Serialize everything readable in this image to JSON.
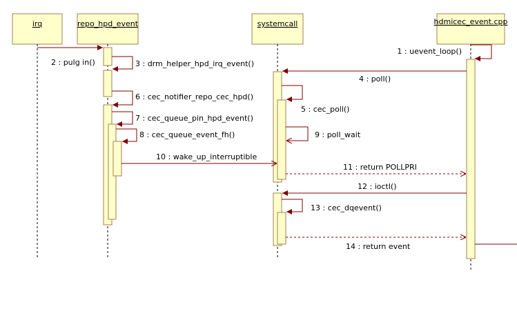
{
  "colors": {
    "lifeline_fill": "#ffffcc",
    "lifeline_stroke": "#a08050",
    "arrow": "#800000",
    "text": "#000000",
    "line_dash": "#000000"
  },
  "participants": [
    {
      "id": "irq",
      "label": "irq"
    },
    {
      "id": "repo",
      "label": "repo_hpd_event"
    },
    {
      "id": "sys",
      "label": "systemcall"
    },
    {
      "id": "hdmi",
      "label": "hdmicec_event.cpp"
    }
  ],
  "messages": [
    {
      "id": "m1",
      "label": "1 : uevent_loop()",
      "kind": "self"
    },
    {
      "id": "m2",
      "label": "2 : pulg in()",
      "kind": "sync"
    },
    {
      "id": "m3",
      "label": "3 : drm_helper_hpd_irq_event()",
      "kind": "self"
    },
    {
      "id": "m4",
      "label": "4 : poll()",
      "kind": "sync"
    },
    {
      "id": "m5",
      "label": "5 : cec_poll()",
      "kind": "self"
    },
    {
      "id": "m6",
      "label": "6 : cec_notifier_repo_cec_hpd()",
      "kind": "self"
    },
    {
      "id": "m7",
      "label": "7 : cec_queue_pin_hpd_event()",
      "kind": "self"
    },
    {
      "id": "m8",
      "label": "8 : cec_queue_event_fh()",
      "kind": "self"
    },
    {
      "id": "m9",
      "label": "9 : poll_wait",
      "kind": "self-open"
    },
    {
      "id": "m10",
      "label": "10 : wake_up_interruptible",
      "kind": "async"
    },
    {
      "id": "m11",
      "label": "11 : return POLLPRI",
      "kind": "return"
    },
    {
      "id": "m12",
      "label": "12 : ioctl()",
      "kind": "sync"
    },
    {
      "id": "m13",
      "label": "13 : cec_dqevent()",
      "kind": "self"
    },
    {
      "id": "m14",
      "label": "14 : return event",
      "kind": "return"
    }
  ]
}
